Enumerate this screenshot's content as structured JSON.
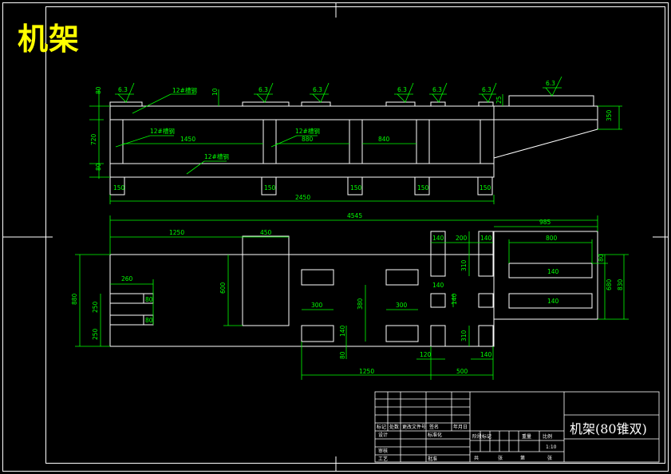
{
  "title": "机架",
  "titleblock": {
    "name": "机架(80锥双)",
    "cells": {
      "biaoji": "标记",
      "chushu": "处数",
      "fenqu": "更改文件号",
      "qianming": "签名",
      "riqi": "年月日",
      "sheji": "设计",
      "biaozhunhua": "标准化",
      "jieduan": "阶段标记",
      "zhongliang": "重量",
      "bili": "比例",
      "ratio": "1:10",
      "shenhe": "审核",
      "gongyi": "工艺",
      "pizhun": "批准",
      "gong": "共",
      "zhang": "张",
      "di": "第"
    }
  },
  "front_view": {
    "roughness": [
      "6.3",
      "6.3",
      "6.3",
      "6.3",
      "6.3",
      "6.3",
      "6.3"
    ],
    "beam_top": "12#槽钢",
    "beam_mid": "12#槽钢",
    "beam_mid2": "12#槽钢",
    "beam_bot": "12#槽钢",
    "dims": {
      "d80a": "80",
      "d720": "720",
      "d10a": "10",
      "d80b": "80",
      "d1450": "1450",
      "d880": "880",
      "d840": "840",
      "d25": "25",
      "d350": "350",
      "foot1": "150",
      "foot2": "150",
      "foot3": "150",
      "foot4": "150",
      "foot5": "150",
      "d2450": "2450"
    }
  },
  "plan_view": {
    "dims": {
      "d4545": "4545",
      "d1250": "1250",
      "d450": "450",
      "d985": "985",
      "d140a": "140",
      "d200": "200",
      "d140b": "140",
      "d800": "800",
      "d880left": "880",
      "d260": "260",
      "d250a": "250",
      "d80a": "80",
      "d80b": "80",
      "d250b": "250",
      "d600": "600",
      "d300a": "300",
      "d300b": "300",
      "d380": "380",
      "d140c": "140",
      "d310a": "310",
      "d140d": "140",
      "d140e": "140",
      "d310b": "310",
      "d120": "120",
      "d140f": "140",
      "d1250b": "1250",
      "d500": "500",
      "d80c": "80",
      "d80r": "80",
      "d680": "680",
      "d830": "830",
      "d140g": "140",
      "d140h": "140"
    }
  },
  "colors": {
    "background": "#000000",
    "outline": "#ffffff",
    "dimension": "#00ff00",
    "title": "#ffff00",
    "leader": "#00ff00"
  }
}
